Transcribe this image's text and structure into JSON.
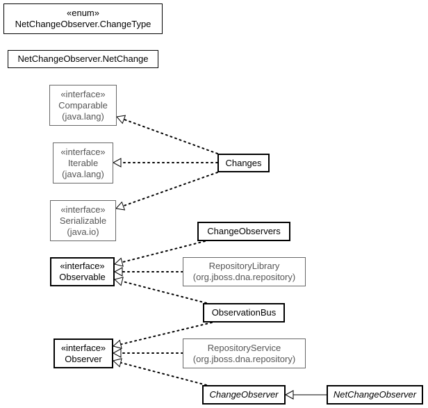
{
  "diagram": {
    "nodes": {
      "change_type": {
        "stereotype": "«enum»",
        "name": "NetChangeObserver.ChangeType"
      },
      "net_change": {
        "name": "NetChangeObserver.NetChange"
      },
      "comparable": {
        "stereotype": "«interface»",
        "name": "Comparable",
        "package": "(java.lang)"
      },
      "iterable": {
        "stereotype": "«interface»",
        "name": "Iterable",
        "package": "(java.lang)"
      },
      "serializable": {
        "stereotype": "«interface»",
        "name": "Serializable",
        "package": "(java.io)"
      },
      "changes": {
        "name": "Changes"
      },
      "change_observers": {
        "name": "ChangeObservers"
      },
      "observable": {
        "stereotype": "«interface»",
        "name": "Observable"
      },
      "repository_library": {
        "name": "RepositoryLibrary",
        "package": "(org.jboss.dna.repository)"
      },
      "observation_bus": {
        "name": "ObservationBus"
      },
      "observer": {
        "stereotype": "«interface»",
        "name": "Observer"
      },
      "repository_service": {
        "name": "RepositoryService",
        "package": "(org.jboss.dna.repository)"
      },
      "change_observer": {
        "name": "ChangeObserver"
      },
      "net_change_observer": {
        "name": "NetChangeObserver"
      }
    },
    "edges": [
      {
        "from": "changes",
        "to": "comparable",
        "kind": "realization"
      },
      {
        "from": "changes",
        "to": "iterable",
        "kind": "realization"
      },
      {
        "from": "changes",
        "to": "serializable",
        "kind": "realization"
      },
      {
        "from": "change_observers",
        "to": "observable",
        "kind": "realization"
      },
      {
        "from": "repository_library",
        "to": "observable",
        "kind": "realization"
      },
      {
        "from": "observation_bus",
        "to": "observable",
        "kind": "realization"
      },
      {
        "from": "observation_bus",
        "to": "observer",
        "kind": "realization"
      },
      {
        "from": "repository_service",
        "to": "observer",
        "kind": "realization"
      },
      {
        "from": "change_observer",
        "to": "observer",
        "kind": "realization"
      },
      {
        "from": "net_change_observer",
        "to": "change_observer",
        "kind": "generalization"
      }
    ],
    "colors": {
      "internal": "#000000",
      "external": "#666666",
      "external_text": "#555555",
      "background": "#ffffff"
    }
  }
}
